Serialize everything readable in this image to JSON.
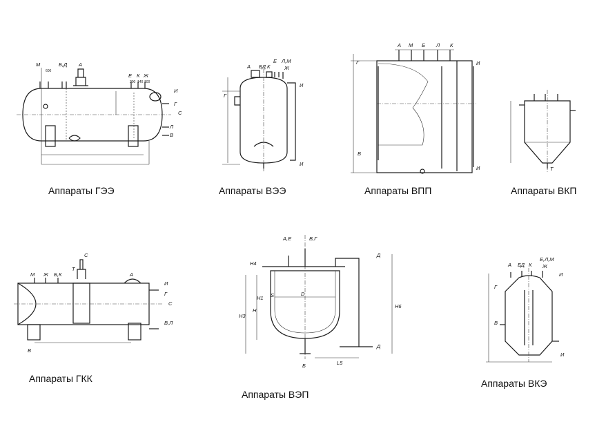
{
  "captions": {
    "gee": "Аппараты ГЭЭ",
    "vee": "Аппараты ВЭЭ",
    "vpp": "Аппараты ВПП",
    "vkp": "Аппараты ВКП",
    "gkk": "Аппараты ГКК",
    "vep": "Аппараты ВЭП",
    "vke": "Аппараты ВКЭ"
  },
  "labels": {
    "gee": {
      "m": "М",
      "bd": "Б,Д",
      "a": "А",
      "e": "Е",
      "k": "К",
      "zh": "Ж",
      "i": "И",
      "g": "Г",
      "l": "Л",
      "v": "В",
      "c": "С",
      "n600": "600",
      "n200": "200",
      "n140": "140",
      "n100": "100"
    },
    "vee": {
      "a": "А",
      "bd": "БД",
      "k": "К",
      "e": "Е",
      "lm": "Л,М",
      "zh": "Ж",
      "g": "Г",
      "i": "И",
      "i2": "И"
    },
    "vpp": {
      "a": "А",
      "m": "М",
      "b": "Б",
      "l": "Л",
      "k": "К",
      "g": "Г",
      "i": "И",
      "v": "В",
      "i2": "И"
    },
    "vkp": {
      "t": "Т"
    },
    "gkk": {
      "m": "М",
      "zh": "Ж",
      "bk": "Б,К",
      "t": "Т",
      "c": "С",
      "a": "А",
      "i": "И",
      "g": "Г",
      "cc": "С",
      "vl": "В,Л",
      "v": "В"
    },
    "vep": {
      "ae": "А,Е",
      "vg": "В,Г",
      "h4": "H4",
      "h3": "H3",
      "h": "H",
      "h1": "H1",
      "s": "S",
      "d": "D",
      "h6": "H6",
      "d2": "Д",
      "d3": "Д",
      "b": "Б",
      "l5": "L5"
    },
    "vke": {
      "a": "А",
      "bd": "БД",
      "k": "К",
      "el": "Е,Л,М",
      "zh": "Ж",
      "i": "И",
      "g": "Г",
      "v": "В",
      "i2": "И"
    }
  }
}
